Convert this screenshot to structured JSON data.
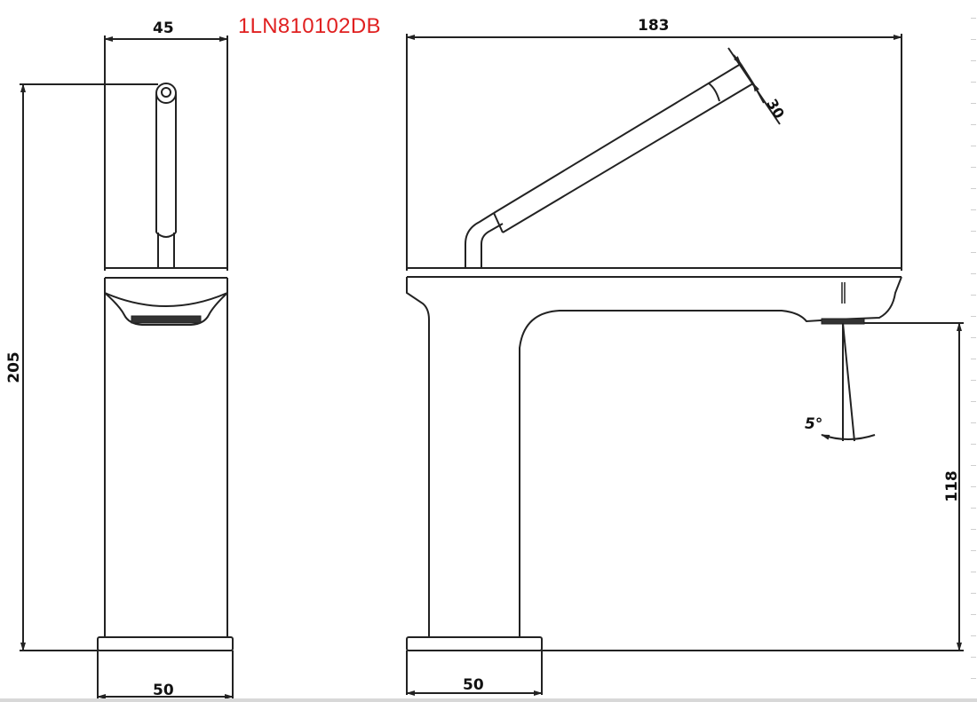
{
  "drawing": {
    "model_code": "1LN810102DB",
    "model_code_color": "#e02020",
    "line_color": "#222222",
    "views": [
      {
        "name": "side-view",
        "description": "Faucet side profile with lever handle"
      },
      {
        "name": "front-view",
        "description": "Faucet front profile with angled lever and spout"
      }
    ],
    "dimensions": {
      "side_width_top": "45",
      "side_total_height": "205",
      "side_base_width": "50",
      "front_total_length": "183",
      "handle_diameter": "30",
      "spout_angle": "5°",
      "spout_height": "118",
      "front_base_width": "50"
    }
  }
}
